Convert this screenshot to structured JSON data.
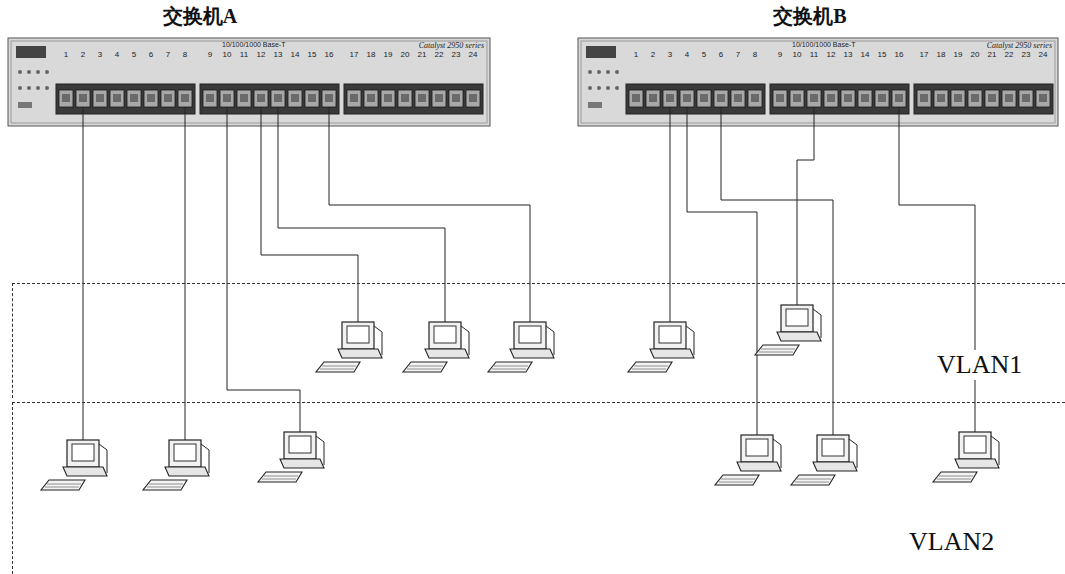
{
  "diagram": {
    "nodes": [
      {
        "text": [
          "交换机A",
          "10/100/1000 Base-T",
          "Catalyst 2950 series"
        ]
      },
      {
        "text": [
          "交换机B",
          "10/100/1000 Base-T",
          "Catalyst 2950 series"
        ]
      },
      {
        "text": [
          "VLAN1"
        ]
      },
      {
        "text": [
          "VLAN2"
        ]
      }
    ],
    "labels": [
      "1",
      "2",
      "3",
      "4",
      "5",
      "6",
      "7",
      "8",
      "9",
      "10",
      "11",
      "12",
      "13",
      "14",
      "15",
      "16",
      "17",
      "18",
      "19",
      "20",
      "21",
      "22",
      "23",
      "24",
      "1",
      "2",
      "3",
      "4",
      "5",
      "6",
      "7",
      "8",
      "9",
      "10",
      "11",
      "12",
      "13",
      "14",
      "15",
      "16",
      "17",
      "18",
      "19",
      "20",
      "21",
      "22",
      "23",
      "24"
    ]
  }
}
